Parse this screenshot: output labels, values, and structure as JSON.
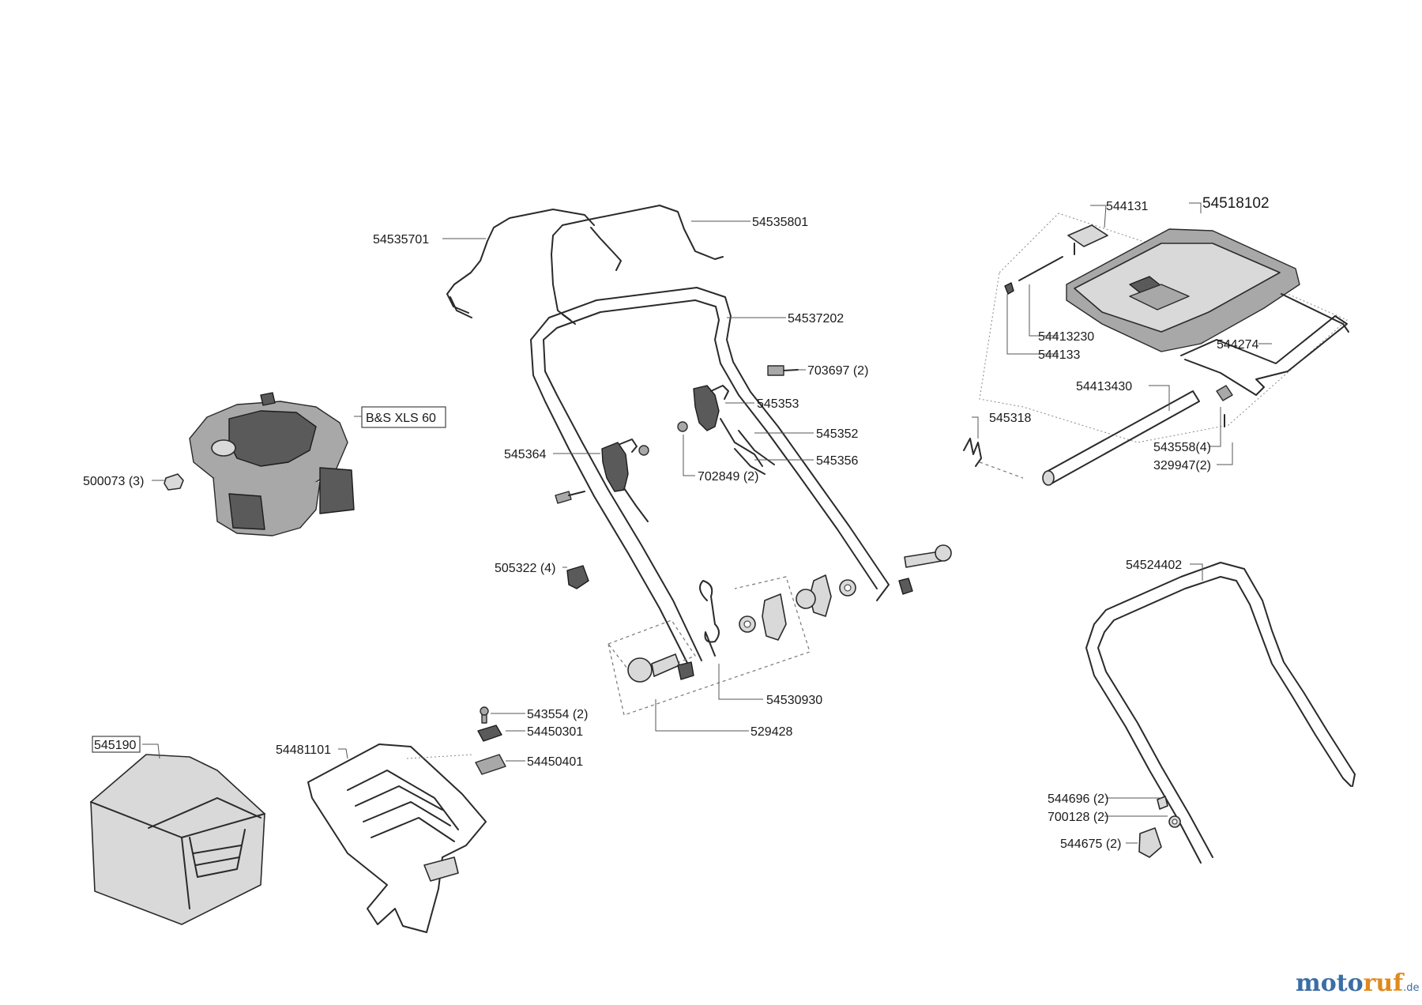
{
  "labels": {
    "grab_bar_left": "54535701",
    "grab_bar_right": "54535801",
    "handle_upper": "54537202",
    "screw_703697": "703697 (2)",
    "lever_545353": "545353",
    "cable_545352": "545352",
    "cable_545356": "545356",
    "nut_702849": "702849 (2)",
    "lever_545364": "545364",
    "engine": "B&S XLS 60",
    "nut_500073": "500073 (3)",
    "clip_505322": "505322 (4)",
    "kit_54530930": "54530930",
    "kit_529428": "529428",
    "screw_543554": "543554 (2)",
    "pad_54450301": "54450301",
    "pad_54450401": "54450401",
    "bag_frame": "54481101",
    "grass_bag": "545190",
    "cover_assembly": "54518102",
    "sticker_544131": "544131",
    "rod_54413230": "54413230",
    "clip_544133": "544133",
    "rod_544274": "544274",
    "axle_54413430": "54413430",
    "spring_545318": "545318",
    "screw_543558": "543558(4)",
    "screw_329947": "329947(2)",
    "handle_lower": "54524402",
    "bolt_544696": "544696 (2)",
    "washer_700128": "700128 (2)",
    "knob_544675": "544675 (2)"
  },
  "logo": {
    "part1": "moto",
    "part2": "ruf",
    "suffix": ".de",
    "color_primary": "#3a6ea5",
    "color_accent": "#e08a1e"
  }
}
